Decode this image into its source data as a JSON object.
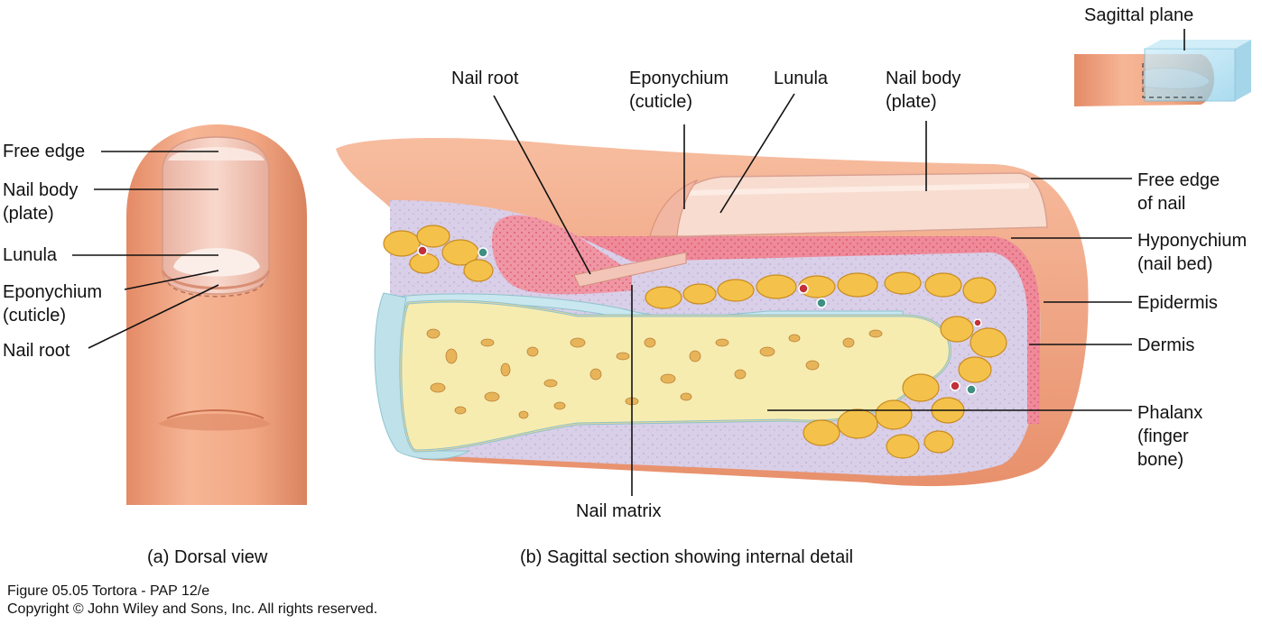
{
  "dorsal_labels": {
    "free_edge": "Free edge",
    "nail_body": "Nail body",
    "nail_body_sub": "(plate)",
    "lunula": "Lunula",
    "eponychium": "Eponychium",
    "eponychium_sub": "(cuticle)",
    "nail_root": "Nail root"
  },
  "section_labels": {
    "nail_root": "Nail root",
    "eponychium": "Eponychium",
    "eponychium_sub": "(cuticle)",
    "lunula": "Lunula",
    "nail_body": "Nail body",
    "nail_body_sub": "(plate)",
    "free_edge_1": "Free edge",
    "free_edge_2": "of nail",
    "hyponychium": "Hyponychium",
    "hyponychium_sub": "(nail bed)",
    "epidermis": "Epidermis",
    "dermis": "Dermis",
    "phalanx": "Phalanx",
    "phalanx_2": "(finger",
    "phalanx_3": "bone)",
    "nail_matrix": "Nail matrix",
    "sagittal_plane": "Sagittal plane"
  },
  "captions": {
    "a": "(a) Dorsal view",
    "b": "(b) Sagittal section showing internal detail"
  },
  "credits": {
    "line1": "Figure 05.05  Tortora - PAP 12/e",
    "line2": "Copyright © John Wiley and Sons, Inc. All rights reserved."
  },
  "colors": {
    "skin": "#f0a882",
    "nail": "#f6d2c4",
    "dermis": "#d9cfe8",
    "epidermis": "#ee8a9a",
    "fat": "#f4c24a",
    "bone": "#f7ecb0",
    "plane": "#a9dcef"
  }
}
